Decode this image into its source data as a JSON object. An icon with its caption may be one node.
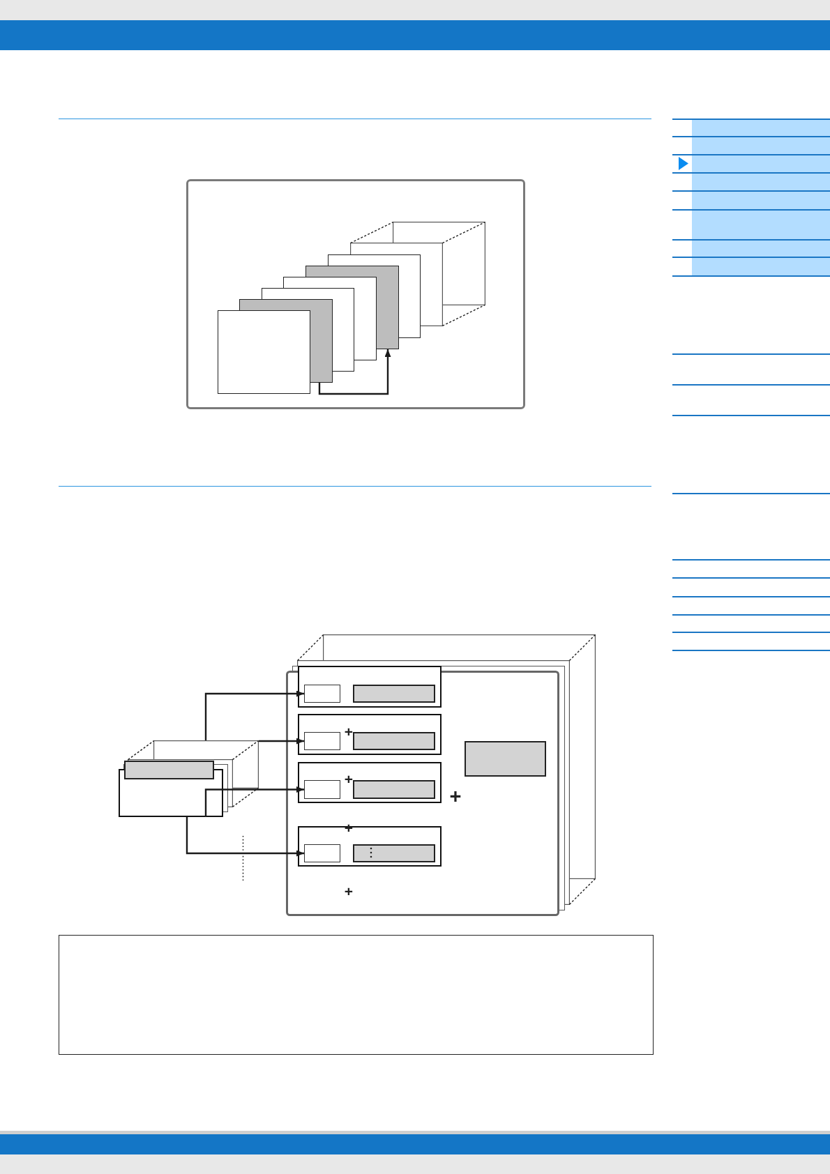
{
  "diagram": {
    "nodes": [
      {
        "text": [],
        "shape": "box"
      },
      {
        "text": [],
        "shape": "box",
        "in": 0
      },
      {
        "text": [],
        "shape": "box",
        "in": 0
      },
      {
        "text": [],
        "shape": "box",
        "in": 0
      },
      {
        "text": [],
        "shape": "box",
        "in": 0
      },
      {
        "text": [],
        "shape": "box",
        "in": 0
      },
      {
        "text": [],
        "shape": "box",
        "in": 0
      },
      {
        "text": [],
        "shape": "cube",
        "in": 0
      },
      {
        "text": [],
        "shape": "stack"
      },
      {
        "text": [],
        "shape": "bar",
        "in": 8
      },
      {
        "text": [],
        "shape": "stack"
      },
      {
        "text": [],
        "shape": "box",
        "in": 10
      },
      {
        "text": [],
        "shape": "box",
        "in": 11
      },
      {
        "text": [],
        "shape": "bar",
        "in": 11
      },
      {
        "text": [],
        "shape": "box",
        "in": 10
      },
      {
        "text": [],
        "shape": "box",
        "in": 14
      },
      {
        "text": [],
        "shape": "bar",
        "in": 14
      },
      {
        "text": [],
        "shape": "box",
        "in": 10
      },
      {
        "text": [],
        "shape": "box",
        "in": 17
      },
      {
        "text": [],
        "shape": "bar",
        "in": 17
      },
      {
        "text": [],
        "shape": "box",
        "in": 10
      },
      {
        "text": [],
        "shape": "box",
        "in": 20
      },
      {
        "text": [],
        "shape": "bar",
        "in": 20
      },
      {
        "text": [],
        "shape": "box",
        "in": 10
      },
      {
        "text": [],
        "shape": "box"
      }
    ],
    "edges": [
      {
        "from": 2,
        "to": 5,
        "arrow": "to"
      },
      {
        "from": 8,
        "to": 12,
        "arrow": "to"
      },
      {
        "from": 8,
        "to": 15,
        "arrow": "to"
      },
      {
        "from": 8,
        "to": 18,
        "arrow": "to"
      },
      {
        "from": 8,
        "to": 21,
        "arrow": "to"
      }
    ],
    "labels": [
      "+",
      "+",
      "+",
      "+",
      "+"
    ]
  }
}
